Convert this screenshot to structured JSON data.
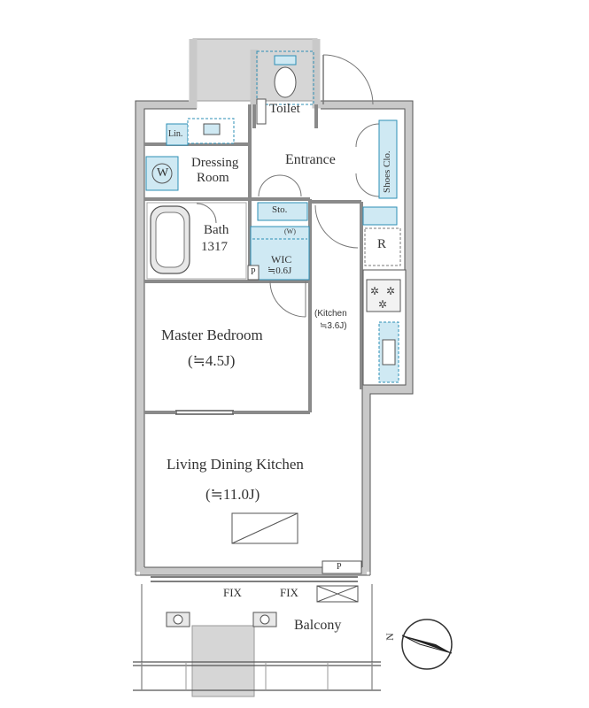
{
  "rooms": {
    "toilet": "Toilet",
    "linen": "Lin.",
    "dressing_line1": "Dressing",
    "dressing_line2": "Room",
    "washer": "W",
    "entrance": "Entrance",
    "shoes_closet": "Shoes Clo.",
    "storage": "Sto.",
    "bath_line1": "Bath",
    "bath_line2": "1317",
    "wic_w": "(W)",
    "wic_line1": "WIC",
    "wic_line2": "≒0.6J",
    "pipe_space": "P",
    "refrigerator": "R",
    "kitchen_line1": "(Kitchen",
    "kitchen_line2": "≒3.6J)",
    "master_line1": "Master Bedroom",
    "master_line2": "(≒4.5J)",
    "ldk_line1": "Living Dining Kitchen",
    "ldk_line2": "(≒11.0J)",
    "ldk_pipe": "P",
    "fix_left": "FIX",
    "fix_right": "FIX",
    "balcony": "Balcony"
  },
  "compass": {
    "north_label": "N"
  },
  "colors": {
    "wall": "#c9c9c9",
    "wall_edge": "#555555",
    "fixture_blue": "#cfe9f3",
    "fixture_edge": "#2e8fb5",
    "shaft": "#d6d6d6"
  }
}
